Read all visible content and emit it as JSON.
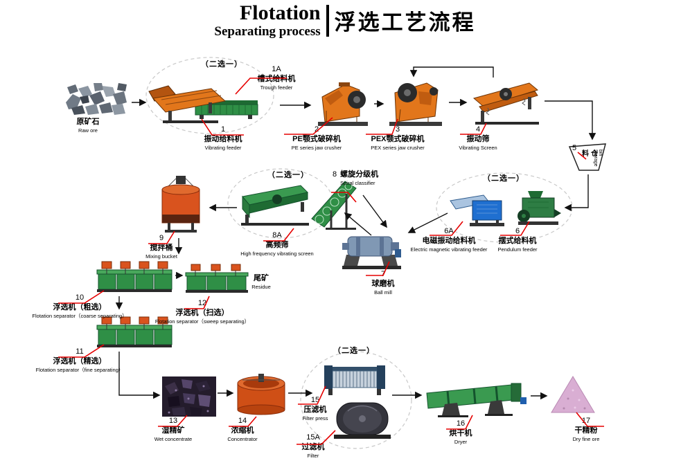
{
  "title": {
    "en_main": "Flotation",
    "en_sub": "Separating process",
    "zh": "浮选工艺流程"
  },
  "notes": {
    "choose": "（二选一）"
  },
  "nodes": {
    "raw_ore": {
      "zh": "原矿石",
      "en": "Raw ore"
    },
    "vibrating_feeder": {
      "num": "1",
      "zh": "振动给料机",
      "en": "Vibrating feeder"
    },
    "trough_feeder": {
      "num": "1A",
      "zh": "槽式给料机",
      "en": "Trough feeder"
    },
    "pe_jaw_crusher": {
      "num": "2",
      "zh": "PE颚式破碎机",
      "en": "PE series jaw crusher"
    },
    "pex_jaw_crusher": {
      "num": "3",
      "zh": "PEX颚式破碎机",
      "en": "PEX series jaw crusher"
    },
    "vibrating_screen": {
      "num": "4",
      "zh": "振动筛",
      "en": "Vibrating Screen"
    },
    "storage_bin": {
      "num": "5",
      "zh": "料仓",
      "en": "Storage bin"
    },
    "em_vibrating_feeder": {
      "num": "6A",
      "zh": "电磁振动给料机",
      "en": "Electric magnetic vibrating feeder"
    },
    "pendulum_feeder": {
      "num": "6",
      "zh": "摆式给料机",
      "en": "Pendulum feeder"
    },
    "ball_mill": {
      "num": "7",
      "zh": "球磨机",
      "en": "Ball mill"
    },
    "spiral_classifier": {
      "num": "8",
      "zh": "螺旋分级机",
      "en": "Spiral classifier"
    },
    "hf_screen": {
      "num": "8A",
      "zh": "高频筛",
      "en": "High frequency vibrating screen"
    },
    "mixing_bucket": {
      "num": "9",
      "zh": "搅拌桶",
      "en": "Mixing bucket"
    },
    "flotation_coarse": {
      "num": "10",
      "zh": "浮选机（粗选）",
      "en": "Flotation separator（coarse separating）"
    },
    "flotation_fine": {
      "num": "11",
      "zh": "浮选机（精选）",
      "en": "Flotation separator（fine separating）"
    },
    "flotation_sweep": {
      "num": "12",
      "zh": "浮选机（扫选）",
      "en": "Flotation separator（sweep separating）"
    },
    "residue": {
      "zh": "尾矿",
      "en": "Residue"
    },
    "wet_concentrate": {
      "num": "13",
      "zh": "湿精矿",
      "en": "Wet concentrate"
    },
    "concentrator": {
      "num": "14",
      "zh": "浓缩机",
      "en": "Concentrator"
    },
    "filter_press": {
      "num": "15",
      "zh": "压滤机",
      "en": "Filter press"
    },
    "filter": {
      "num": "15A",
      "zh": "过滤机",
      "en": "Filter"
    },
    "dryer": {
      "num": "16",
      "zh": "烘干机",
      "en": "Dryer"
    },
    "dry_fine_ore": {
      "num": "17",
      "zh": "干精粉",
      "en": "Dry fine ore"
    }
  },
  "colors": {
    "callout_red": "#e60000",
    "machine_orange": "#e2761b",
    "machine_green": "#2f8f46",
    "machine_blue": "#1f6fd0",
    "tank_red": "#d9531e"
  }
}
